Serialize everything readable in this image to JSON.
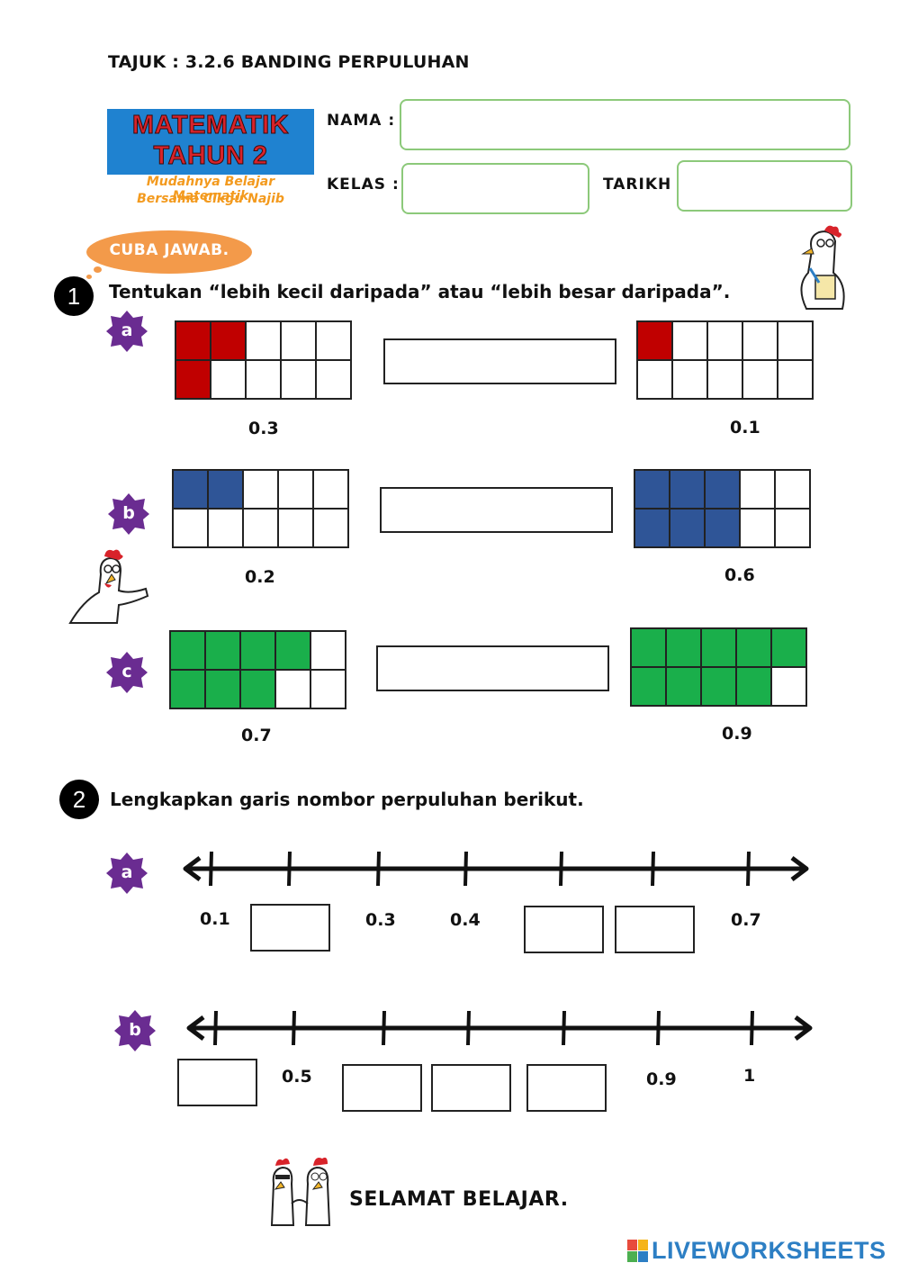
{
  "header": {
    "title": "TAJUK : 3.2.6  BANDING PERPULUHAN"
  },
  "logo": {
    "line1": "MATEMATIK",
    "line2": "TAHUN 2",
    "sub1": "Mudahnya Belajar Matematik",
    "sub2": "Bersama Cikgu Najib"
  },
  "form": {
    "name_label": "NAMA :",
    "class_label": "KELAS :",
    "date_label": "TARIKH :",
    "name_value": "",
    "class_value": "",
    "date_value": ""
  },
  "cloud": {
    "label": "CUBA JAWAB."
  },
  "q1": {
    "number": "1",
    "text": "Tentukan “lebih kecil daripada” atau “lebih besar daripada”.",
    "items": [
      {
        "letter": "a",
        "left_value": "0.3",
        "right_value": "0.1",
        "left_shaded": 0.3,
        "right_shaded": 0.1,
        "color": "#c00000",
        "answer": ""
      },
      {
        "letter": "b",
        "left_value": "0.2",
        "right_value": "0.6",
        "left_shaded": 0.2,
        "right_shaded": 0.6,
        "color": "#2f5597",
        "answer": ""
      },
      {
        "letter": "c",
        "left_value": "0.7",
        "right_value": "0.9",
        "left_shaded": 0.7,
        "right_shaded": 0.9,
        "color": "#1aaf4b",
        "answer": ""
      }
    ]
  },
  "q2": {
    "number": "2",
    "text": "Lengkapkan garis nombor perpuluhan berikut.",
    "lines": [
      {
        "letter": "a",
        "labels": [
          "0.1",
          "",
          "0.3",
          "0.4",
          "",
          "",
          "0.7"
        ]
      },
      {
        "letter": "b",
        "labels": [
          "",
          "0.5",
          "",
          "",
          "",
          "0.9",
          "1"
        ]
      }
    ]
  },
  "footer": {
    "text": "SELAMAT BELAJAR."
  },
  "brand": {
    "text": "LIVEWORKSHEETS"
  },
  "colors": {
    "badge": "#6a2c91",
    "field_border": "#8cc97a",
    "cloud": "#f39a4a",
    "logo_bg": "#1f82d0"
  },
  "icons": [
    "chicken-thinking-icon",
    "chicken-pointing-icon",
    "two-chickens-icon",
    "liveworksheets-logo-icon"
  ]
}
